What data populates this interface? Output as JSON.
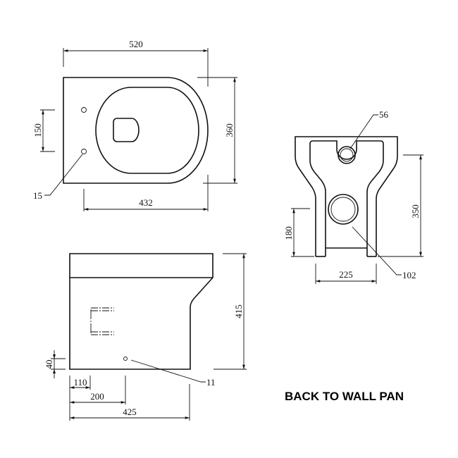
{
  "title": "BACK TO WALL PAN",
  "top_view": {
    "width": "520",
    "depth": "360",
    "fixing_spacing": "150",
    "fixing_hole": "15",
    "projection": "432"
  },
  "rear_view": {
    "inlet": "56",
    "outlet": "102",
    "height": "350",
    "outlet_height": "180",
    "outlet_width": "225"
  },
  "side_view": {
    "height": "415",
    "hole_height": "40",
    "hole_diameter": "11",
    "dim_110": "110",
    "dim_200": "200",
    "length": "425"
  }
}
